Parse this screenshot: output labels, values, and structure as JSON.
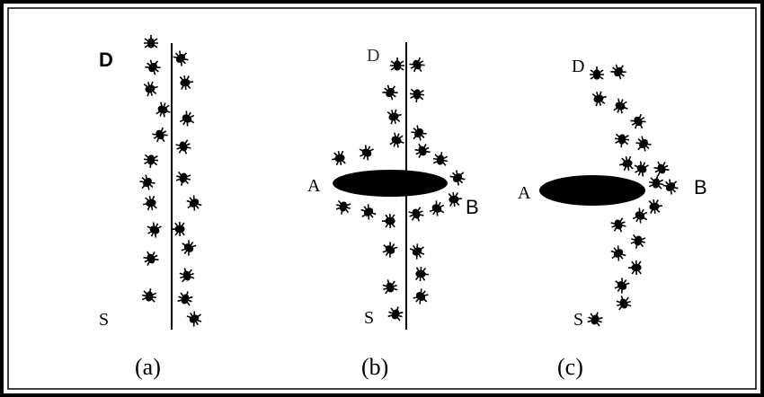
{
  "colors": {
    "ink": "#000000",
    "paper": "#ffffff",
    "label_grey": "#333333"
  },
  "icon": "ant-icon",
  "panels": [
    {
      "caption": "(a)",
      "labels": {
        "destination": "D",
        "source": "S"
      }
    },
    {
      "caption": "(b)",
      "labels": {
        "destination": "D",
        "source": "S",
        "left": "A",
        "right": "B"
      }
    },
    {
      "caption": "(c)",
      "labels": {
        "destination": "D",
        "source": "S",
        "left": "A",
        "right": "B"
      }
    }
  ]
}
